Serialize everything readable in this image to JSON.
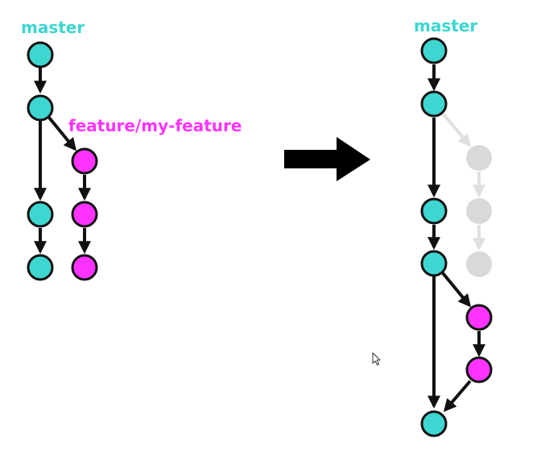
{
  "colors": {
    "master": "#3dd6d0",
    "feature": "#ff33ff",
    "ghost": "#d9d9d9",
    "ghost_edge": "#e0e0e0",
    "stroke": "#111111"
  },
  "left_diagram": {
    "master_label": "master",
    "feature_label": "feature/my-feature"
  },
  "right_diagram": {
    "master_label": "master"
  },
  "transition_arrow": "right-arrow",
  "cursor_icon": "mouse-pointer-icon"
}
